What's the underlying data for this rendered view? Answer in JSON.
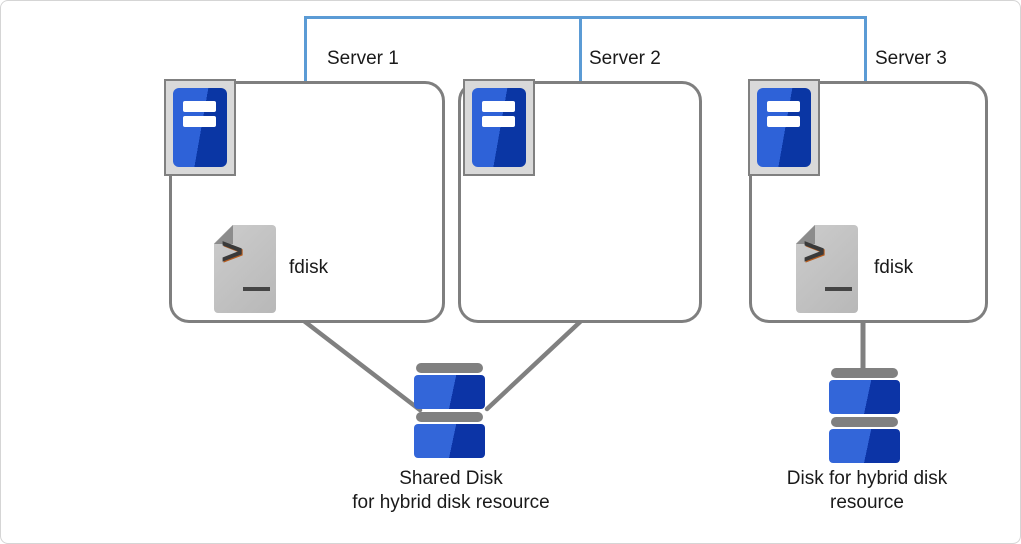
{
  "diagram": {
    "servers": [
      {
        "label": "Server 1",
        "tool": "fdisk"
      },
      {
        "label": "Server 2",
        "tool": ""
      },
      {
        "label": "Server 3",
        "tool": "fdisk"
      }
    ],
    "disks": [
      {
        "line1": "Shared Disk",
        "line2": "for hybrid disk resource"
      },
      {
        "line1": "Disk for hybrid disk",
        "line2": "resource"
      }
    ],
    "colors": {
      "network_blue": "#5B9BD5",
      "connector_gray": "#808080",
      "box_border": "#7F7F7F",
      "tower_blue_light": "#2E62D8",
      "tower_blue_dark": "#0A36A4",
      "disk_blue_light": "#3366D9",
      "disk_blue_dark": "#0C34A6",
      "icon_frame_fill": "#D9D9D9",
      "page_gray": "#C0C0C0",
      "page_fold_gray": "#8C8C8C",
      "text": "#1A1A1A",
      "canvas_border": "#D5D5D5"
    }
  }
}
